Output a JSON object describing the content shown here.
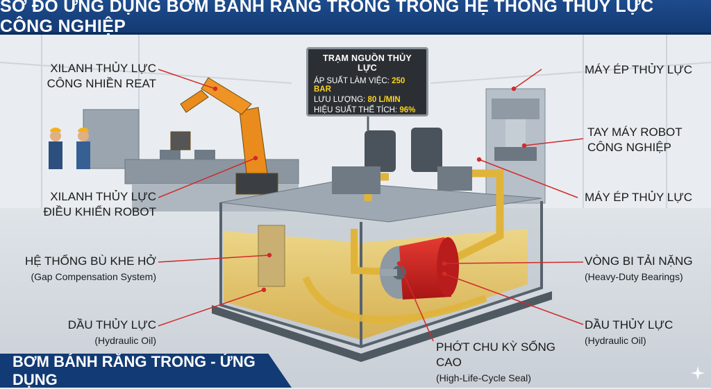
{
  "title": "SƠ ĐỒ ỨNG DỤNG BƠM BÁNH RĂNG TRONG TRONG HỆ THỐNG THỦY LỰC CÔNG NGHIỆP",
  "station": {
    "title": "TRẠM NGUỒN THỦY LỰC",
    "rows": [
      {
        "label": "ÁP SUẤT LÀM VIỆC:",
        "value": "250 BAR"
      },
      {
        "label": "LƯU LƯỢNG:",
        "value": "80 L/MIN"
      },
      {
        "label": "HIỆU SUẤT THỂ TÍCH:",
        "value": "96%"
      }
    ]
  },
  "callouts": {
    "left": [
      {
        "line1": "XILANH THỦY LỰC",
        "line2": "CÔNG NHIỀN REAT"
      },
      {
        "line1": "XILANH THỦY LỰC",
        "line2": "ĐIỀU KHIỂN ROBOT"
      },
      {
        "line1": "HỆ THỐNG BÙ KHE HỞ",
        "line2": "(Gap Compensation System)"
      },
      {
        "line1": "DẦU THỦY LỰC",
        "line2": "(Hydraulic Oil)"
      }
    ],
    "right": [
      {
        "line1": "MÁY ÉP THỦY LỰC",
        "line2": ""
      },
      {
        "line1": "TAY MÁY ROBOT",
        "line2": "CÔNG NGHIỆP"
      },
      {
        "line1": "MÁY ÉP THỦY LỰC",
        "line2": ""
      },
      {
        "line1": "VÒNG BI TẢI NẶNG",
        "line2": "(Heavy-Duty Bearings)"
      },
      {
        "line1": "DẦU THỦY LỰC",
        "line2": "(Hydraulic Oil)"
      }
    ],
    "bottom": {
      "line1": "PHỚT CHU KỲ SỐNG CAO",
      "line2": "(High-Life-Cycle Seal)"
    }
  },
  "footer": "BƠM BÁNH RĂNG TRONG - ỨNG DỤNG",
  "colors": {
    "banner": "#1d4b8c",
    "oil": "#e8c45a",
    "pump": "#c81e1e",
    "leader": "#d12a2a",
    "value": "#ffd21a"
  }
}
